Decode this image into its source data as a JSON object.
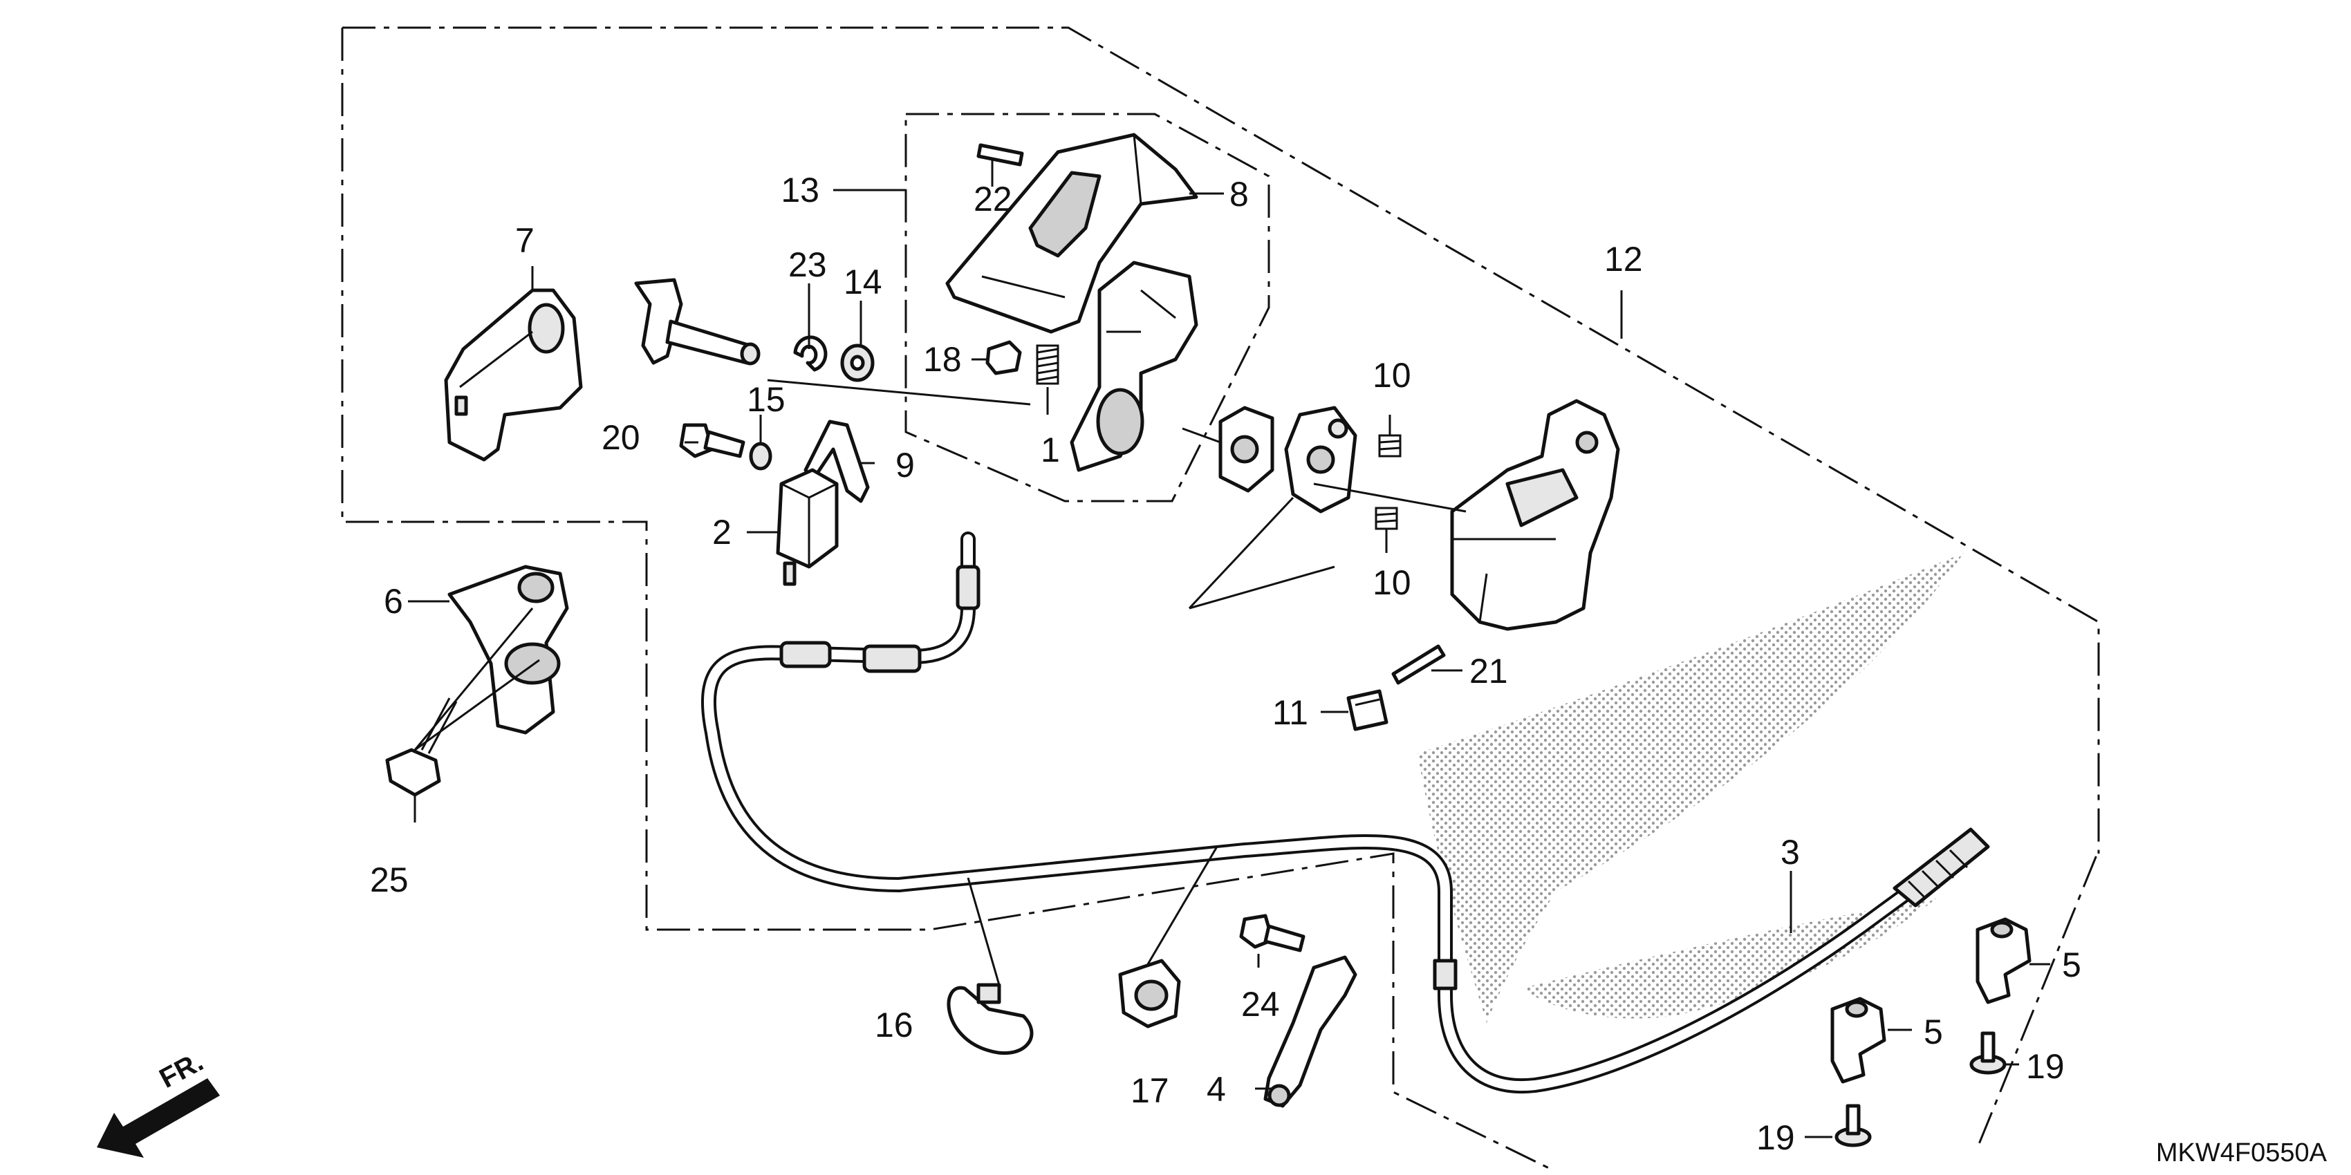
{
  "diagram_code": "MKW4F0550A",
  "front_indicator": "FR.",
  "callouts": {
    "c1": "1",
    "c2": "2",
    "c3": "3",
    "c4": "4",
    "c5a": "5",
    "c5b": "5",
    "c6": "6",
    "c7": "7",
    "c8": "8",
    "c9": "9",
    "c10a": "10",
    "c10b": "10",
    "c11": "11",
    "c12": "12",
    "c13": "13",
    "c14": "14",
    "c15": "15",
    "c16": "16",
    "c17": "17",
    "c18": "18",
    "c19a": "19",
    "c19b": "19",
    "c20": "20",
    "c21": "21",
    "c22": "22",
    "c23": "23",
    "c24": "24",
    "c25": "25"
  }
}
